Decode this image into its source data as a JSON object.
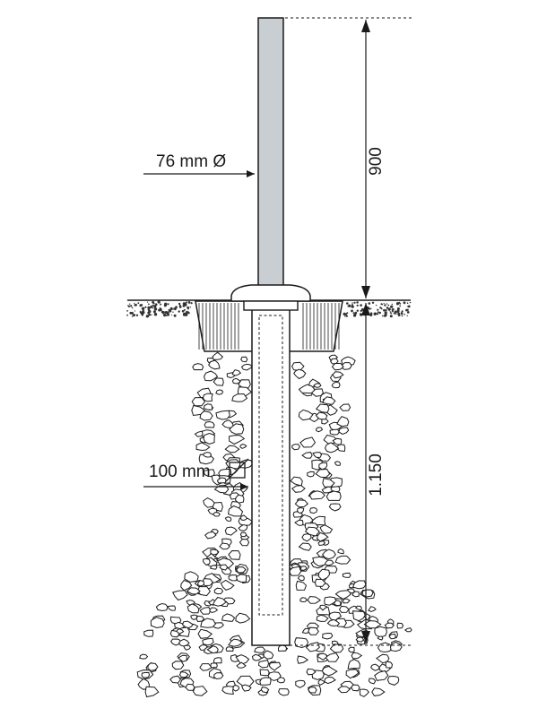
{
  "labels": {
    "post_diameter": "76 mm Ø",
    "sleeve_size": "100 mm"
  },
  "dimensions": {
    "above_ground": "900",
    "below_ground": "1.150"
  },
  "colors": {
    "post_fill": "#c9ced3",
    "line": "#1a1a1a",
    "background": "#ffffff"
  },
  "icons": {
    "sleeve_symbol": "square-diagonal-icon"
  }
}
